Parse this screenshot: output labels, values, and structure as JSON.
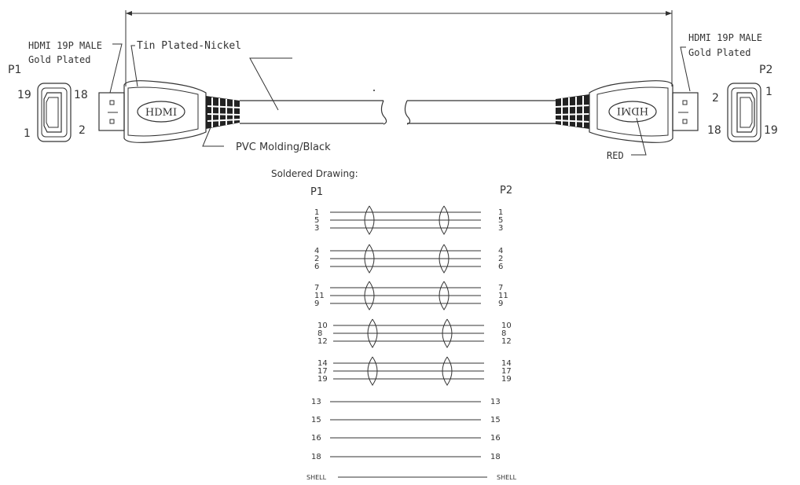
{
  "labels": {
    "p1_connector_type": "HDMI 19P MALE",
    "p1_finish": "Gold Plated",
    "p2_connector_type": "HDMI 19P MALE",
    "p2_finish": "Gold Plated",
    "tin_plated": "Tin Plated-Nickel",
    "pvc_molding": "PVC Molding/Black",
    "red": "RED",
    "hdmi_left": "HDMI",
    "hdmi_right": "HDMI",
    "soldered_drawing": "Soldered Drawing:"
  },
  "p1": {
    "name": "P1",
    "pin_tl": "19",
    "pin_tr": "18",
    "pin_bl": "1",
    "pin_br": "2"
  },
  "p2": {
    "name": "P2",
    "pin_tl": "2",
    "pin_tr": "1",
    "pin_bl": "18",
    "pin_br": "19"
  },
  "wiring": {
    "left_header": "P1",
    "right_header": "P2",
    "twisted_groups": [
      [
        "1",
        "5",
        "3"
      ],
      [
        "4",
        "2",
        "6"
      ],
      [
        "7",
        "11",
        "9"
      ],
      [
        "10",
        "8",
        "12"
      ],
      [
        "14",
        "17",
        "19"
      ]
    ],
    "single_wires": [
      "13",
      "15",
      "16",
      "18",
      "SHELL"
    ]
  },
  "colors": {
    "line": "#333333",
    "braid": "#222222"
  }
}
